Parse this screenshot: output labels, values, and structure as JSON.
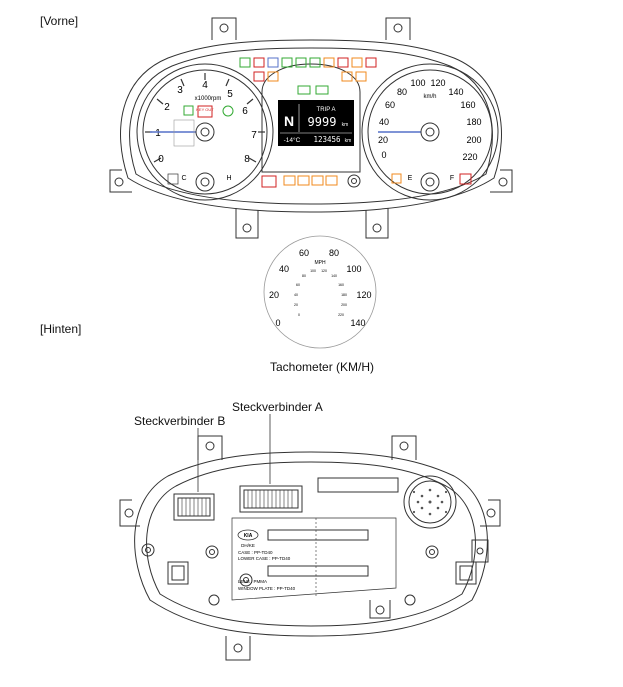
{
  "labels": {
    "front": "[Vorne]",
    "rear": "[Hinten]",
    "speedometer_caption": "Tachometer (KM/H)",
    "connector_a": "Steckverbinder A",
    "connector_b": "Steckverbinder B"
  },
  "tachometer": {
    "unit": "x1000rpm",
    "scale": [
      "0",
      "1",
      "2",
      "3",
      "4",
      "5",
      "6",
      "7",
      "8"
    ],
    "key_out_label": "KEY OUT",
    "temp_marks": [
      "C",
      "H"
    ]
  },
  "speedometer_kmh": {
    "unit": "km/h",
    "scale": [
      "0",
      "20",
      "40",
      "60",
      "80",
      "100",
      "120",
      "140",
      "160",
      "180",
      "200",
      "220"
    ],
    "fuel_marks": [
      "E",
      "F"
    ]
  },
  "lcd": {
    "gear": "N",
    "trip_label": "TRIP A",
    "trip_value": "9999",
    "trip_unit": "km",
    "temp": "-14°C",
    "odo_value": "123456",
    "odo_unit": "km"
  },
  "speedometer_mph": {
    "unit": "MPH",
    "outer_scale": [
      "0",
      "20",
      "40",
      "60",
      "80",
      "100",
      "120",
      "140"
    ],
    "inner_scale": [
      "0",
      "20",
      "40",
      "60",
      "80",
      "100",
      "120",
      "140",
      "160",
      "180",
      "200",
      "220"
    ]
  },
  "rear_panel": {
    "brand": "KIA",
    "model": "DH/KE",
    "case_text": "CASE : PP-TD40",
    "lower_case_text": "LOWER CASE : PP-TD40",
    "lens_text": "LENS : PMMA",
    "window_plate_text": "WINDOW PLATE : PP-TD40"
  },
  "colors": {
    "line": "#333333",
    "lcd_bg": "#000000",
    "lcd_text": "#ffffff",
    "warn_green": "#33aa33",
    "warn_red": "#d22222",
    "warn_orange": "#f08a1c"
  }
}
